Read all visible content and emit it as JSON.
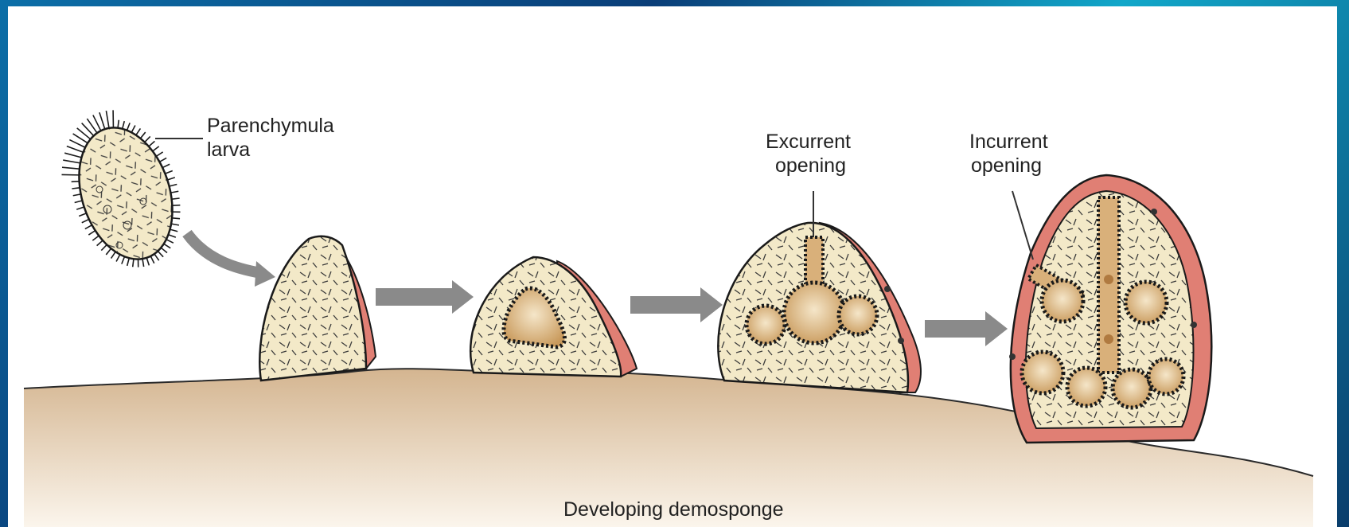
{
  "labels": {
    "larva": [
      "Parenchymula",
      "larva"
    ],
    "excurrent": [
      "Excurrent",
      "opening"
    ],
    "incurrent": [
      "Incurrent",
      "opening"
    ],
    "caption": "Developing demosponge"
  },
  "colors": {
    "frame_blue": "#0a3d6b",
    "sponge_fill": "#f3e9c8",
    "pinacoderm": "#e07f74",
    "substrate": "#d9bfa0",
    "chamber": "#c99a5c",
    "arrow": "#8a8a8a"
  }
}
